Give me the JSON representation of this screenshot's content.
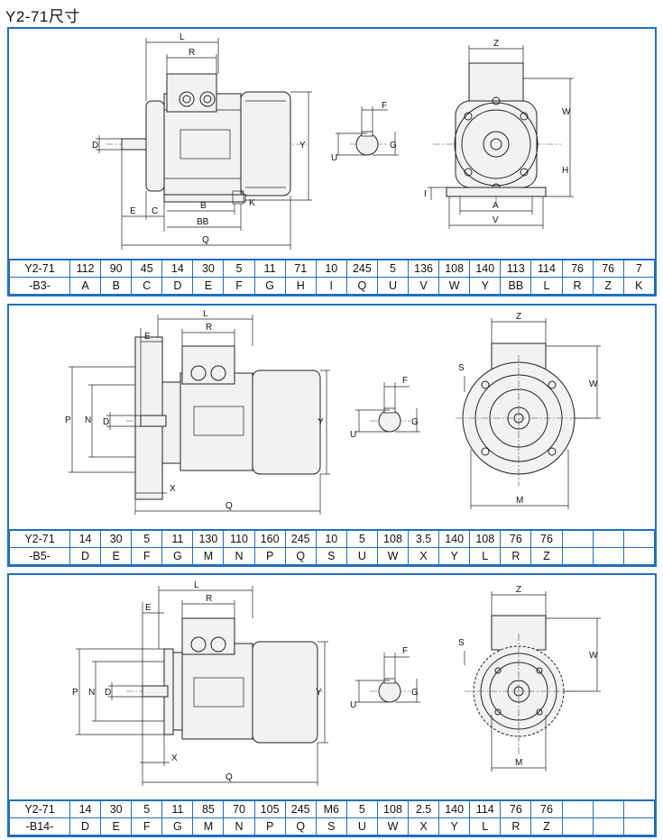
{
  "page_title": "Y2-71尺寸",
  "panels": [
    {
      "model": "Y2-71",
      "mount": "-B3-",
      "values": [
        "112",
        "90",
        "45",
        "14",
        "30",
        "5",
        "11",
        "71",
        "10",
        "245",
        "5",
        "136",
        "108",
        "140",
        "113",
        "114",
        "76",
        "76",
        "7"
      ],
      "codes": [
        "A",
        "B",
        "C",
        "D",
        "E",
        "F",
        "G",
        "H",
        "I",
        "Q",
        "U",
        "V",
        "W",
        "Y",
        "BB",
        "L",
        "R",
        "Z",
        "K"
      ],
      "labels": {
        "L": "L",
        "R": "R",
        "D": "D",
        "Y": "Y",
        "E": "E",
        "C": "C",
        "B": "B",
        "BB": "BB",
        "K": "K",
        "Q": "Q",
        "F": "F",
        "U": "U",
        "G": "G",
        "Z": "Z",
        "W": "W",
        "H": "H",
        "A": "A",
        "V": "V",
        "I": "I"
      }
    },
    {
      "model": "Y2-71",
      "mount": "-B5-",
      "values": [
        "14",
        "30",
        "5",
        "11",
        "130",
        "110",
        "160",
        "245",
        "10",
        "5",
        "108",
        "3.5",
        "140",
        "108",
        "76",
        "76",
        "",
        "",
        ""
      ],
      "codes": [
        "D",
        "E",
        "F",
        "G",
        "M",
        "N",
        "P",
        "Q",
        "S",
        "U",
        "W",
        "X",
        "Y",
        "L",
        "R",
        "Z",
        "",
        "",
        ""
      ],
      "labels": {
        "L": "L",
        "R": "R",
        "E": "E",
        "P": "P",
        "N": "N",
        "D": "D",
        "Y": "Y",
        "X": "X",
        "Q": "Q",
        "F": "F",
        "U": "U",
        "G": "G",
        "Z": "Z",
        "W": "W",
        "S": "S",
        "M": "M"
      }
    },
    {
      "model": "Y2-71",
      "mount": "-B14-",
      "values": [
        "14",
        "30",
        "5",
        "11",
        "85",
        "70",
        "105",
        "245",
        "M6",
        "5",
        "108",
        "2.5",
        "140",
        "114",
        "76",
        "76",
        "",
        "",
        ""
      ],
      "codes": [
        "D",
        "E",
        "F",
        "G",
        "M",
        "N",
        "P",
        "Q",
        "S",
        "U",
        "W",
        "X",
        "Y",
        "L",
        "R",
        "Z",
        "",
        "",
        ""
      ],
      "labels": {
        "L": "L",
        "R": "R",
        "E": "E",
        "P": "P",
        "N": "N",
        "D": "D",
        "Y": "Y",
        "X": "X",
        "Q": "Q",
        "F": "F",
        "U": "U",
        "G": "G",
        "Z": "Z",
        "W": "W",
        "S": "S",
        "M": "M"
      }
    }
  ]
}
